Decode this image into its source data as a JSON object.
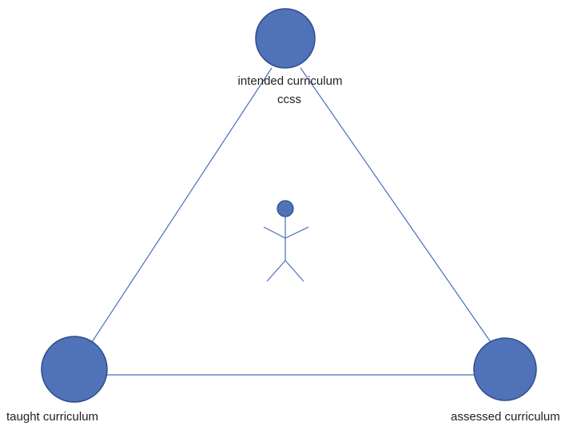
{
  "diagram": {
    "nodes": {
      "top": {
        "line1": "intended curriculum",
        "line2": "ccss"
      },
      "left": {
        "label": "taught curriculum"
      },
      "right": {
        "label": "assessed curriculum"
      }
    },
    "colors": {
      "node_fill": "#4f72b8",
      "node_stroke": "#2f4d8a",
      "edge": "#4a6cc0",
      "figure": "#4f72b8",
      "text": "#222222"
    }
  }
}
